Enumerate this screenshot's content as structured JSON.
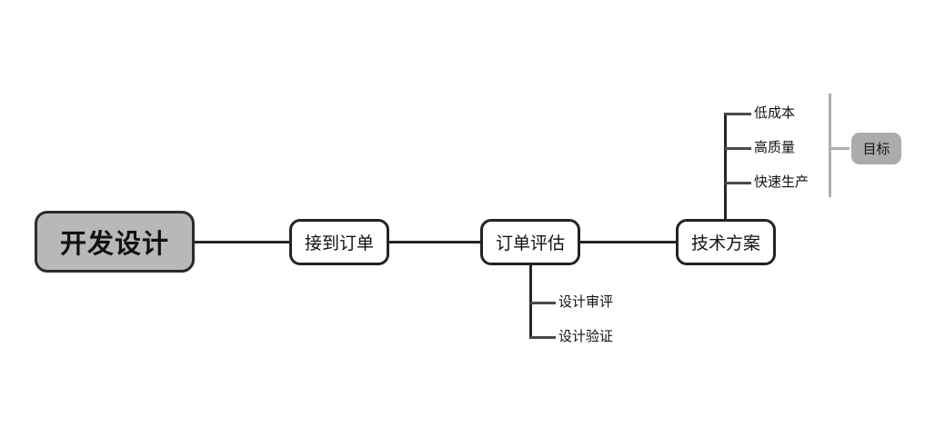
{
  "diagram": {
    "type": "mindmap",
    "title": "开发设计",
    "root": {
      "label": "开发设计",
      "fill": "#b8b8b8",
      "stroke": "#2b2b2b"
    },
    "main_nodes": [
      {
        "label": "接到订单"
      },
      {
        "label": "订单评估"
      },
      {
        "label": "技术方案"
      }
    ],
    "assess_children": [
      {
        "label": "设计审评"
      },
      {
        "label": "设计验证"
      }
    ],
    "tech_children": [
      {
        "label": "低成本"
      },
      {
        "label": "高质量"
      },
      {
        "label": "快速生产"
      }
    ],
    "goal": {
      "label": "目标",
      "fill": "#ababab",
      "bracket_color": "#aeaeae"
    },
    "colors": {
      "line": "#262626",
      "sub_line": "#4a4a4a",
      "node_border": "#232323",
      "background": "#ffffff",
      "text": "#111111"
    }
  }
}
